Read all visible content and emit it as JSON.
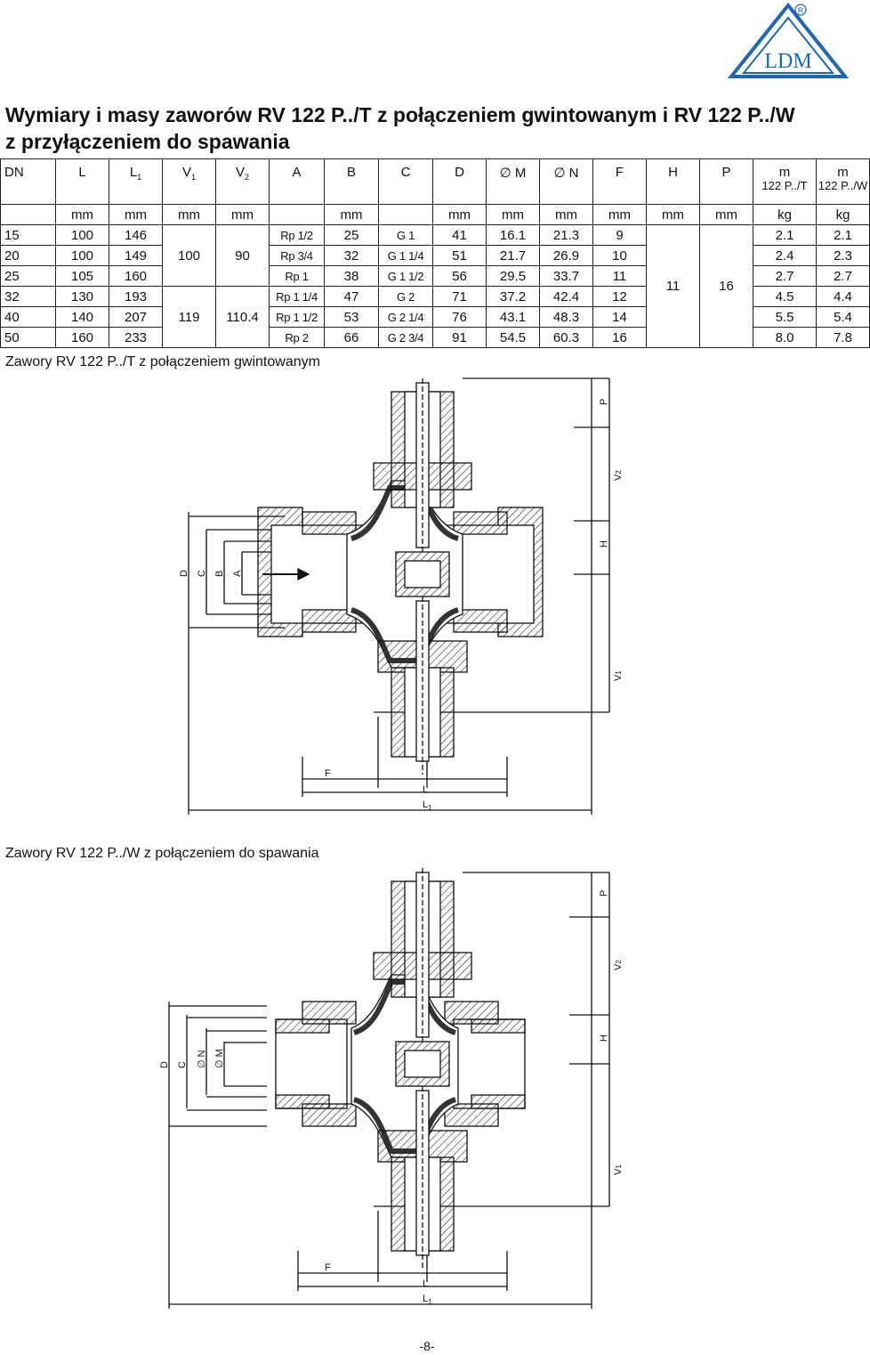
{
  "logo": {
    "text": "LDM",
    "registered": "®",
    "color": "#1f66b8"
  },
  "title": {
    "line1": "Wymiary i masy zaworów RV 122 P../T z połączeniem gwintowanym i RV 122 P../W",
    "line2": "z przyłączeniem do spawania"
  },
  "table": {
    "headers": {
      "DN": "DN",
      "L": "L",
      "L1": "L",
      "L1_sub": "1",
      "V1": "V",
      "V1_sub": "1",
      "V2": "V",
      "V2_sub": "2",
      "A": "A",
      "B": "B",
      "C": "C",
      "D": "D",
      "M": "∅ M",
      "N": "∅ N",
      "F": "F",
      "H": "H",
      "P": "P",
      "mT": "m",
      "mT_sub": "122 P../T",
      "mW": "m",
      "mW_sub": "122 P../W"
    },
    "units": [
      "mm",
      "mm",
      "mm",
      "mm",
      "mm",
      "mm",
      "mm",
      "mm",
      "mm",
      "mm",
      "mm",
      "kg",
      "kg"
    ],
    "rows": [
      {
        "DN": "15",
        "L": "100",
        "L1": "146",
        "A": "Rp 1/2",
        "B": "25",
        "C": "G 1",
        "D": "41",
        "M": "16.1",
        "N": "21.3",
        "F": "9",
        "mT": "2.1",
        "mW": "2.1"
      },
      {
        "DN": "20",
        "L": "100",
        "L1": "149",
        "A": "Rp 3/4",
        "B": "32",
        "C": "G 1 1/4",
        "D": "51",
        "M": "21.7",
        "N": "26.9",
        "F": "10",
        "mT": "2.4",
        "mW": "2.3"
      },
      {
        "DN": "25",
        "L": "105",
        "L1": "160",
        "A": "Rp 1",
        "B": "38",
        "C": "G 1 1/2",
        "D": "56",
        "M": "29.5",
        "N": "33.7",
        "F": "11",
        "mT": "2.7",
        "mW": "2.7"
      },
      {
        "DN": "32",
        "L": "130",
        "L1": "193",
        "A": "Rp 1 1/4",
        "B": "47",
        "C": "G 2",
        "D": "71",
        "M": "37.2",
        "N": "42.4",
        "F": "12",
        "mT": "4.5",
        "mW": "4.4"
      },
      {
        "DN": "40",
        "L": "140",
        "L1": "207",
        "A": "Rp 1 1/2",
        "B": "53",
        "C": "G 2 1/4",
        "D": "76",
        "M": "43.1",
        "N": "48.3",
        "F": "14",
        "mT": "5.5",
        "mW": "5.4"
      },
      {
        "DN": "50",
        "L": "160",
        "L1": "233",
        "A": "Rp 2",
        "B": "66",
        "C": "G 2 3/4",
        "D": "91",
        "M": "54.5",
        "N": "60.3",
        "F": "16",
        "mT": "8.0",
        "mW": "7.8"
      }
    ],
    "merged": {
      "V1_small": "100",
      "V2_small": "90",
      "V1_large": "119",
      "V2_large": "110.4",
      "H": "11",
      "P": "16"
    }
  },
  "sections": {
    "threaded": "Zawory RV 122 P../T z połączeniem gwintowanym",
    "welded": "Zawory RV 122 P../W z połączeniem do spawania"
  },
  "drawing1": {
    "labels": {
      "D": "D",
      "C": "C",
      "B": "B",
      "A": "A",
      "P": "P",
      "V2": "V",
      "V2_sub": "2",
      "H": "H",
      "V1": "V",
      "V1_sub": "1",
      "F": "F",
      "L": "L",
      "L1": "L",
      "L1_sub": "1"
    }
  },
  "drawing2": {
    "labels": {
      "D": "D",
      "C": "C",
      "N": "∅ N",
      "M": "∅ M",
      "P": "P",
      "V2": "V",
      "V2_sub": "2",
      "H": "H",
      "V1": "V",
      "V1_sub": "1",
      "F": "F",
      "L": "L",
      "L1": "L",
      "L1_sub": "1"
    }
  },
  "page_number": "-8-"
}
